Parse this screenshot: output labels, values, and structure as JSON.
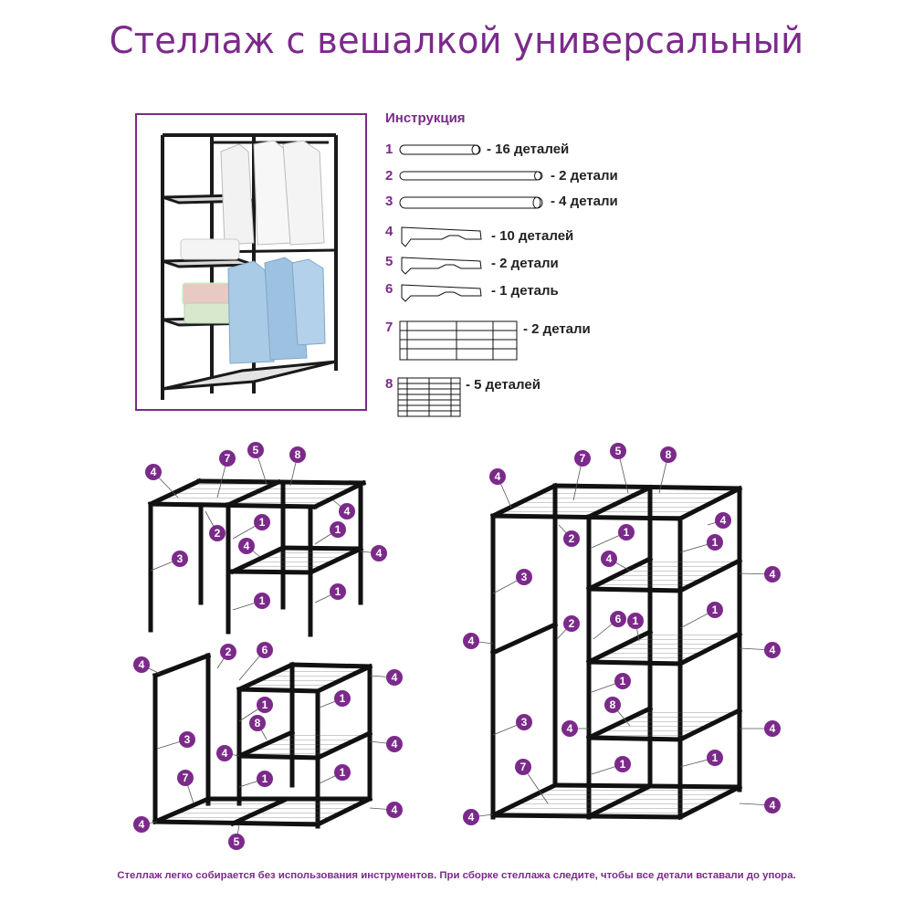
{
  "title": "Стеллаж с вешалкой универсальный",
  "instruction_title": "Инструкция",
  "parts": [
    {
      "num": "1",
      "count": "- 16 деталей",
      "shape": "tube-short"
    },
    {
      "num": "2",
      "count": "- 2 детали",
      "shape": "tube-medium"
    },
    {
      "num": "3",
      "count": "- 4 детали",
      "shape": "tube-long"
    },
    {
      "num": "4",
      "count": "- 10 деталей",
      "shape": "connector"
    },
    {
      "num": "5",
      "count": "- 2 детали",
      "shape": "connector"
    },
    {
      "num": "6",
      "count": "- 1 деталь",
      "shape": "connector"
    },
    {
      "num": "7",
      "count": "- 2 детали",
      "shape": "grid-wide"
    },
    {
      "num": "8",
      "count": "- 5 деталей",
      "shape": "grid-small"
    }
  ],
  "footer": "Стеллаж легко собирается без использования инструментов. При сборке стеллажа следите, чтобы все детали вставали до упора.",
  "colors": {
    "accent": "#7b2a8a",
    "frame": "#111111"
  },
  "callouts": {
    "diagram_top_left": [
      "4",
      "7",
      "5",
      "8",
      "4",
      "2",
      "1",
      "1",
      "3",
      "4",
      "4",
      "1",
      "1"
    ],
    "diagram_bottom_left": [
      "4",
      "2",
      "6",
      "4",
      "1",
      "1",
      "3",
      "8",
      "4",
      "4",
      "1",
      "1",
      "7",
      "4",
      "4",
      "5"
    ],
    "diagram_right": [
      "4",
      "7",
      "5",
      "8",
      "4",
      "2",
      "1",
      "1",
      "3",
      "4",
      "4",
      "6",
      "1",
      "2",
      "4",
      "1",
      "4",
      "1",
      "3",
      "8",
      "4",
      "4",
      "7",
      "1",
      "1",
      "4",
      "4"
    ]
  }
}
